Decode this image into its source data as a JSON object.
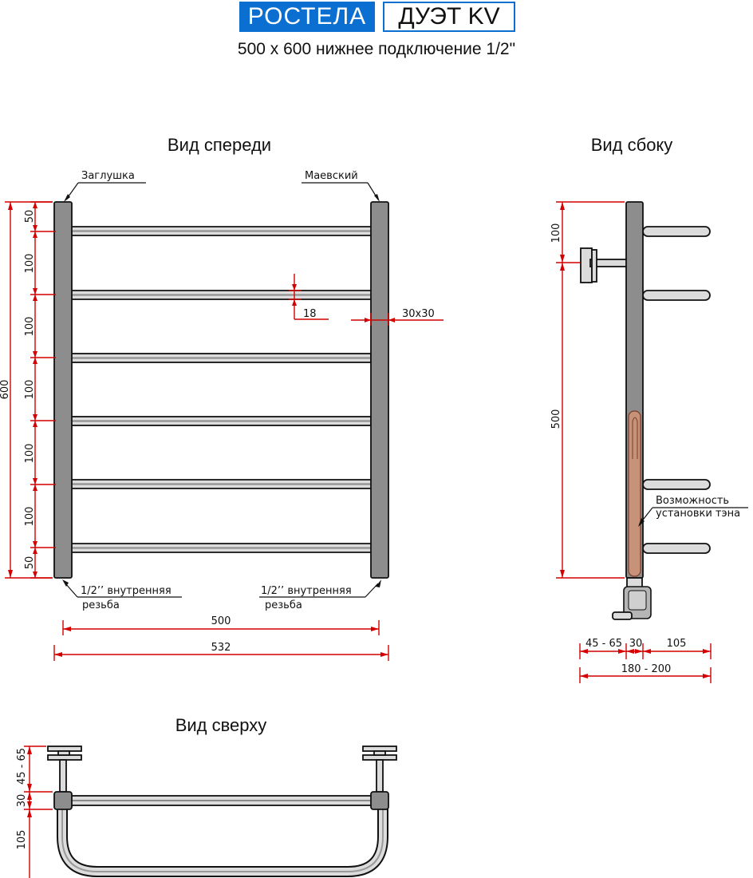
{
  "header": {
    "brand": "РОСТЕЛА",
    "model": "ДУЭТ KV",
    "subtitle": "500 x 600 нижнее подключение 1/2\""
  },
  "front_view": {
    "title": "Вид спереди",
    "callout_left": "Заглушка",
    "callout_right": "Маевский",
    "thread_left_line1": "1/2’’ внутренняя",
    "thread_left_line2": "резьба",
    "thread_right_line1": "1/2’’ внутренняя",
    "thread_right_line2": "резьба",
    "total_height": "600",
    "spacings": [
      "50",
      "100",
      "100",
      "100",
      "100",
      "100",
      "50"
    ],
    "rail_diameter": "18",
    "riser_section": "30x30",
    "width_axis": "500",
    "width_total": "532"
  },
  "side_view": {
    "title": "Вид сбоку",
    "top_offset": "100",
    "mount_span": "500",
    "heater_note_line1": "Возможность",
    "heater_note_line2": "установки тэна",
    "wall_offset": "45 - 65",
    "riser_depth": "30",
    "rail_depth": "105",
    "total_depth": "180 - 200"
  },
  "top_view": {
    "title": "Вид сверху",
    "wall_offset": "45 - 65",
    "riser_depth": "30",
    "rail_depth": "105"
  },
  "colors": {
    "brand_blue": "#0a6fd0",
    "dimension_red": "#d40000",
    "riser_gray": "#8d8d8d",
    "rail_light": "#dcdcdc",
    "heater_copper": "#c8927a"
  }
}
